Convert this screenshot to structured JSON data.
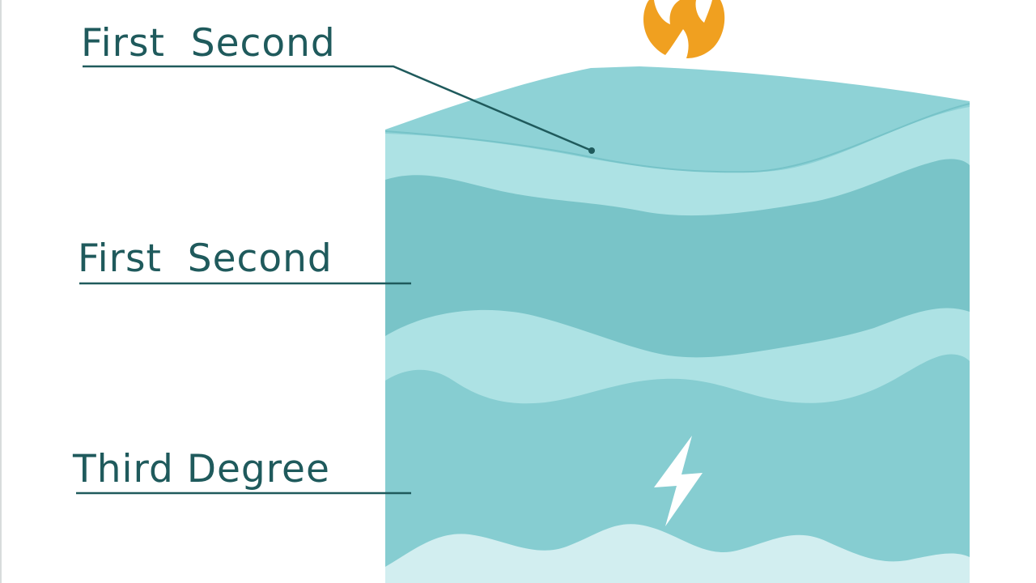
{
  "labels": {
    "top": "First  Second",
    "middle": "First  Second",
    "bottom": "Third Degree"
  },
  "icons": {
    "top": "flame-icon",
    "center": "lightning-bolt-icon"
  },
  "colors": {
    "label_text": "#1f5a5c",
    "leader_line": "#1f5a5c",
    "surface_top": "#8ed2d6",
    "layer_pale": "#ade2e4",
    "layer_mid": "#79c4c8",
    "layer_deep": "#86cdd1",
    "layer_bottom": "#d2eef0",
    "flame": "#f0a020",
    "bolt": "#ffffff"
  }
}
